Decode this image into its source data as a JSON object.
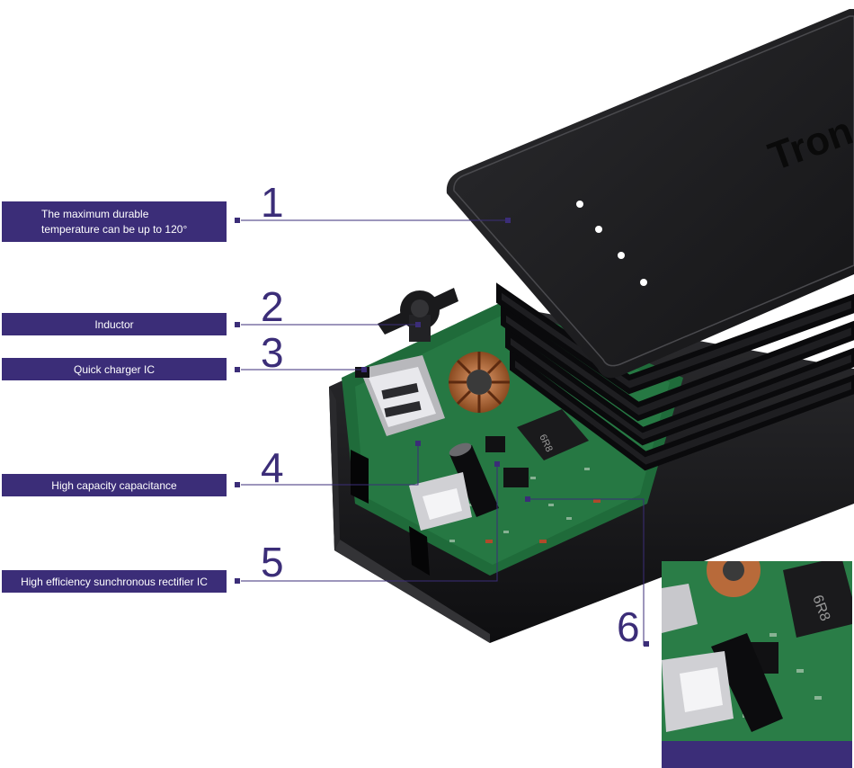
{
  "callouts": [
    {
      "number": "1",
      "label_lines": [
        "The maximum durable",
        "temperature can be up to 120°"
      ]
    },
    {
      "number": "2",
      "label": "Inductor"
    },
    {
      "number": "3",
      "label": "Quick charger IC"
    },
    {
      "number": "4",
      "label": "High capacity capacitance"
    },
    {
      "number": "5",
      "label": "High efficiency sunchronous rectifier IC"
    },
    {
      "number": "6"
    }
  ],
  "product": {
    "brand_text": "Tron",
    "chip_marking": "6R8"
  },
  "colors": {
    "accent": "#3b2d78",
    "label_text": "#ffffff",
    "device_body": "#1c1c1e",
    "pcb": "#1f6b3a"
  }
}
